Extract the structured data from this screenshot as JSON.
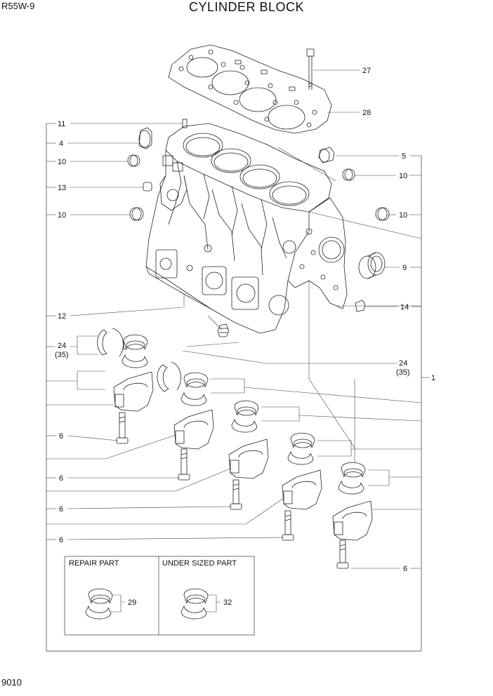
{
  "header": {
    "model": "R55W-9",
    "title": "CYLINDER BLOCK",
    "page_number": "9010"
  },
  "callouts": {
    "c27": "27",
    "c28": "28",
    "c11": "11",
    "c4": "4",
    "c10a": "10",
    "c13": "13",
    "c10b": "10",
    "c5": "5",
    "c10c": "10",
    "c10d": "10",
    "c9": "9",
    "c14": "14",
    "c12": "12",
    "c24a": "24",
    "c35a": "(35)",
    "c24b": "24",
    "c35b": "(35)",
    "c1": "1",
    "c6a": "6",
    "c6b": "6",
    "c6c": "6",
    "c6d": "6",
    "c6e": "6",
    "c29": "29",
    "c32": "32"
  },
  "legend": {
    "repair_part": "REPAIR PART",
    "under_sized_part": "UNDER SIZED PART"
  }
}
